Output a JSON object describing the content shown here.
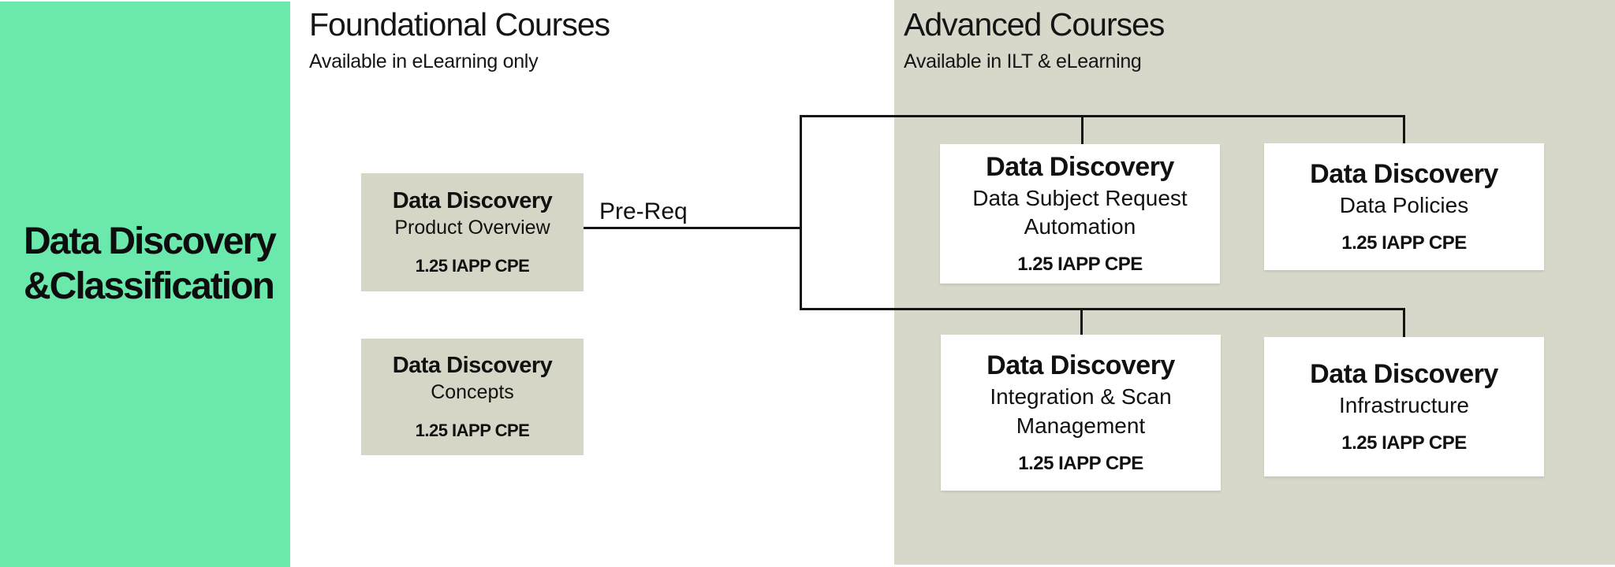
{
  "sidebar": {
    "title_line1": "Data Discovery",
    "title_line2": "&Classification"
  },
  "sections": {
    "foundational": {
      "title": "Foundational Courses",
      "subtitle": "Available in eLearning only"
    },
    "advanced": {
      "title": "Advanced Courses",
      "subtitle": "Available in ILT & eLearning"
    }
  },
  "courses": {
    "foundational": [
      {
        "product": "Data Discovery",
        "name": "Product Overview",
        "credit": "1.25 IAPP CPE"
      },
      {
        "product": "Data Discovery",
        "name": "Concepts",
        "credit": "1.25 IAPP CPE"
      }
    ],
    "advanced": [
      {
        "product": "Data Discovery",
        "name": "Data Subject Request Automation",
        "credit": "1.25 IAPP CPE"
      },
      {
        "product": "Data Discovery",
        "name": "Data Policies",
        "credit": "1.25 IAPP CPE"
      },
      {
        "product": "Data Discovery",
        "name": "Integration & Scan Management",
        "credit": "1.25 IAPP CPE"
      },
      {
        "product": "Data Discovery",
        "name": "Infrastructure",
        "credit": "1.25 IAPP CPE"
      }
    ]
  },
  "connectors": {
    "prereq_label": "Pre-Req"
  },
  "colors": {
    "sidebar_green": "#6BE9AD",
    "panel_beige": "#D8D8CA",
    "box_beige": "#D6D6C7",
    "box_white": "#FFFFFF",
    "line_black": "#141414"
  }
}
